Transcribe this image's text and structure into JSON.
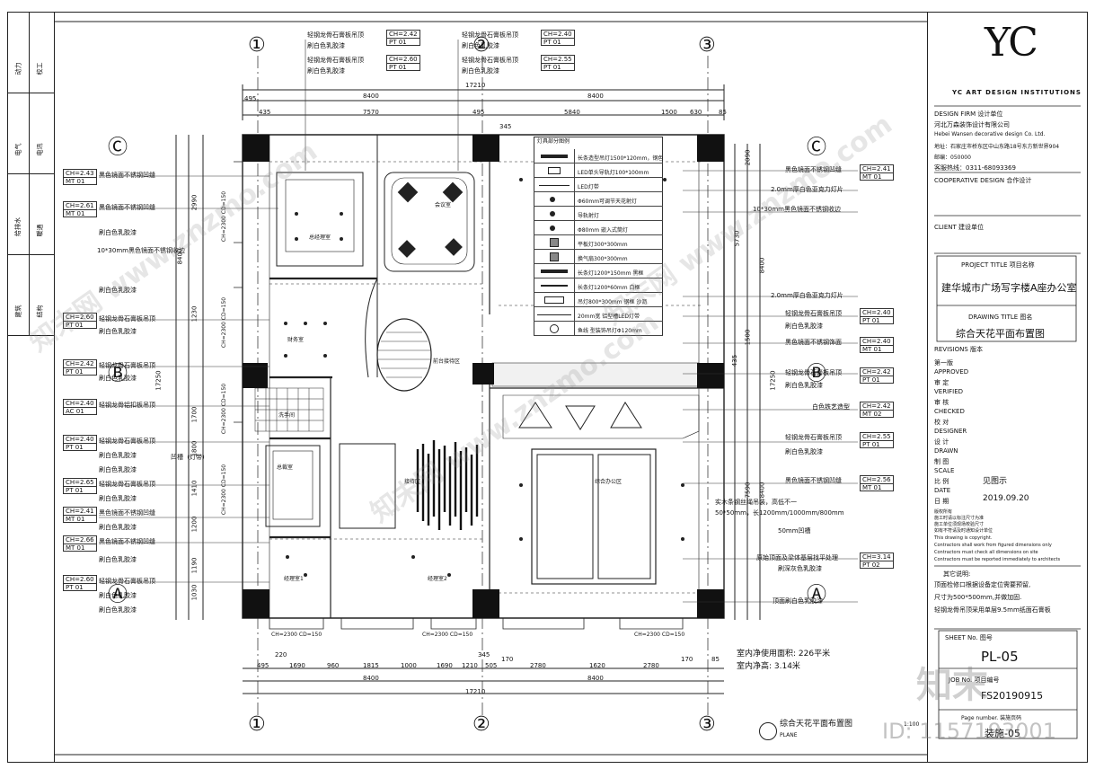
{
  "logo": {
    "mark": "YC",
    "tagline": "YC ART DESIGN INSTITUTIONS"
  },
  "left_strip": [
    "动力",
    "校工",
    "电气",
    "电讯",
    "给排水",
    "暖通",
    "建筑",
    "结构"
  ],
  "title_block": {
    "design_firm_label": "DESIGN FIRM  设计单位",
    "firm_cn": "河北万森装饰设计有限公司",
    "firm_en": "Hebei Wansen decorative design Co. Ltd.",
    "address": "地址：石家庄市桥东区中山东路18号东方新世界904",
    "postcode": "邮编：050000",
    "phone": "客服热线：0311-68093369",
    "cooperative_label": "COOPERATIVE DESIGN   合作设计",
    "client_label": "CLIENT   建设单位",
    "project_title_label": "PROJECT TITLE   项目名称",
    "project_name": "建华城市广场写字楼A座办公室",
    "drawing_title_label": "DRAWING TITLE   图名",
    "drawing_name": "综合天花平面布置图",
    "revisions_label": "REVISIONS  版本",
    "revision_value": "第一版",
    "approved": "APPROVED",
    "approved_cn": "审   定",
    "verified": "VERIFIED",
    "verified_cn": "审   核",
    "checked": "CHECKED",
    "checked_cn": "校   对",
    "designer": "DESIGNER",
    "designer_cn": "设   计",
    "drawn": "DRAWN",
    "drawn_cn": "制   图",
    "scale": "SCALE",
    "scale_cn": "比   例",
    "scale_value": "见图示",
    "date": "DATE",
    "date_cn": "日   期",
    "date_value": "2019.09.20",
    "notice": [
      "版权所有",
      "施工时请以标注尺寸为准",
      "施工单位须现场校验尺寸",
      "如有不符请及时通知设计单位",
      "This drawing is copyright.",
      "Contractors shall work from figured dimensions only",
      "Contractors must check all dimensions on site",
      "Contractors must be reported immediately to architects"
    ],
    "other_notes_title": "其它说明:",
    "other_notes": [
      "顶面检修口根据设备定位需要预留,",
      "尺寸为500*500mm,并做加固.",
      "轻钢龙骨吊顶采用单层9.5mm纸面石膏板"
    ],
    "sheet_no_label": "SHEET No.   图号",
    "sheet_no": "PL-05",
    "job_no_label": "JOB No.   项目编号",
    "job_no": "FS20190915",
    "page_number_label": "Page number. 装施页码",
    "page_number": "装施-05"
  },
  "plan": {
    "top_grid": [
      "①",
      "②",
      "③"
    ],
    "bottom_grid": [
      "①",
      "②",
      "③"
    ],
    "side_grid": [
      "Ⓒ",
      "Ⓑ",
      "Ⓐ"
    ],
    "top_dims": [
      "17210",
      "8400",
      "8400",
      "495",
      "495",
      "7570",
      "5840",
      "1500",
      "630",
      "85",
      "435",
      "345"
    ],
    "bottom_dims": [
      "220",
      "345",
      "495",
      "1690",
      "960",
      "1815",
      "1000",
      "1690",
      "1210",
      "505",
      "170",
      "2780",
      "1620",
      "2780",
      "170",
      "85",
      "8400",
      "8400",
      "17210"
    ],
    "right_dims": [
      "2090",
      "5730",
      "8400",
      "1500",
      "7590",
      "8400",
      "17250",
      "435"
    ],
    "left_dims": [
      "2990",
      "8400",
      "1230",
      "1700",
      "1800",
      "1410",
      "1200",
      "1190",
      "1030",
      "17250"
    ],
    "ch_tags": [
      "CH=2300 CD=150",
      "CH=2300 CD=150",
      "CH=2300 CD=150",
      "CH=2300 CD=150"
    ],
    "bottom_ch": [
      "CH=2300 CD=150",
      "CH=2300 CD=150",
      "CH=2300 CD=150"
    ],
    "rooms": [
      "总经理室",
      "会议室",
      "财务室",
      "前台接待区",
      "洗手间",
      "总裁室",
      "综合办公区",
      "经理室1",
      "经理室2",
      "接待区"
    ],
    "area_text": "室内净使用面积: 226平米",
    "height_text": "室内净高: 3.14米",
    "plan_title": "综合天花平面布置图",
    "plan_sub": "PLANE",
    "scale_mark": "1:100"
  },
  "top_annotations": [
    {
      "text": "轻钢龙骨石膏板吊顶",
      "ch": "CH=2.42",
      "code": "PT 01"
    },
    {
      "text": "刷白色乳胶漆"
    },
    {
      "text": "轻钢龙骨石膏板吊顶",
      "ch": "CH=2.60",
      "code": "PT 01"
    },
    {
      "text": "刷白色乳胶漆"
    },
    {
      "text": "轻钢龙骨石膏板吊顶",
      "ch": "CH=2.40",
      "code": "PT 01"
    },
    {
      "text": "刷白色乳胶漆"
    },
    {
      "text": "轻钢龙骨石膏板吊顶",
      "ch": "CH=2.55",
      "code": "PT 01"
    },
    {
      "text": "刷白色乳胶漆"
    }
  ],
  "left_annotations": [
    {
      "ch": "CH=2.43",
      "code": "MT 01",
      "text": "黑色镜面不锈钢凹缝"
    },
    {
      "ch": "CH=2.61",
      "code": "MT 01",
      "text": "黑色镜面不锈钢凹缝"
    },
    {
      "text": "刷白色乳胶漆"
    },
    {
      "text": "10*30mm黑色镜面不锈钢收边"
    },
    {
      "text": "刷白色乳胶漆"
    },
    {
      "ch": "CH=2.60",
      "code": "PT 01",
      "text": "轻钢龙骨石膏板吊顶"
    },
    {
      "text": "刷白色乳胶漆"
    },
    {
      "ch": "CH=2.42",
      "code": "PT 01",
      "text": "轻钢龙骨石膏板吊顶"
    },
    {
      "text": "刷白色乳胶漆"
    },
    {
      "ch": "CH=2.40",
      "code": "AC 01",
      "text": "轻钢龙骨铝扣板吊顶"
    },
    {
      "ch": "CH=2.40",
      "code": "PT 01",
      "text": "轻钢龙骨石膏板吊顶"
    },
    {
      "text": "刷白色乳胶漆"
    },
    {
      "text": "刷白色乳胶漆"
    },
    {
      "ch": "CH=2.65",
      "code": "PT 01",
      "text": "轻钢龙骨石膏板吊顶"
    },
    {
      "text": "刷白色乳胶漆"
    },
    {
      "ch": "CH=2.41",
      "code": "MT 01",
      "text": "黑色镜面不锈钢凹缝"
    },
    {
      "text": "刷白色乳胶漆"
    },
    {
      "ch": "CH=2.66",
      "code": "MT 01",
      "text": "黑色镜面不锈钢凹缝"
    },
    {
      "text": "刷白色乳胶漆"
    },
    {
      "ch": "CH=2.60",
      "code": "PT 01",
      "text": "轻钢龙骨石膏板吊顶"
    },
    {
      "text": "刷白色乳胶漆"
    },
    {
      "text": "刷白色乳胶漆"
    },
    {
      "text": "凹槽（灯带）"
    }
  ],
  "right_annotations": [
    {
      "text": "黑色镜面不锈钢凹缝",
      "ch": "CH=2.41",
      "code": "MT 01"
    },
    {
      "text": "2.0mm厚白色亚克力灯片"
    },
    {
      "text": "10*30mm黑色镜面不锈钢收边"
    },
    {
      "text": "2.0mm厚白色亚克力灯片"
    },
    {
      "text": "轻钢龙骨石膏板吊顶",
      "ch": "CH=2.40",
      "code": "PT 01"
    },
    {
      "text": "刷白色乳胶漆"
    },
    {
      "text": "黑色镜面不锈钢饰面",
      "ch": "CH=2.40",
      "code": "MT 01"
    },
    {
      "text": "轻钢龙骨石膏板吊顶",
      "ch": "CH=2.42",
      "code": "PT 01"
    },
    {
      "text": "刷白色乳胶漆"
    },
    {
      "text": "白色铁艺造型",
      "ch": "CH=2.42",
      "code": "MT 02"
    },
    {
      "text": "轻钢龙骨石膏板吊顶",
      "ch": "CH=2.55",
      "code": "PT 01"
    },
    {
      "text": "刷白色乳胶漆"
    },
    {
      "text": "黑色镜面不锈钢凹缝",
      "ch": "CH=2.56",
      "code": "MT 01"
    },
    {
      "text": "实木条钢丝绳吊装，高低不一"
    },
    {
      "text": "50*50mm，长1200mm/1000mm/800mm"
    },
    {
      "text": "50mm凹槽"
    },
    {
      "text": "原始顶面及梁体基层找平处理",
      "ch": "CH=3.14",
      "code": "PT 02"
    },
    {
      "text": "刷深灰色乳胶漆"
    },
    {
      "text": "顶面刷白色乳胶漆"
    }
  ],
  "legend": {
    "title": "灯具部分图例",
    "items": [
      "长条造型吊灯1500*120mm，钢色",
      "LED单头导轨灯100*100mm",
      "LED灯带",
      "Φ60mm可调节天花射灯",
      "导轨射灯",
      "Φ80mm 嵌入式筒灯",
      "平板灯300*300mm",
      "换气扇300*300mm",
      "长条灯1200*150mm 黑框",
      "长条灯1200*60mm 白框",
      "吊灯800*300mm 钢框 沙沥",
      "20mm宽 铝型槽LED灯带",
      "鱼线 型装饰吊灯Φ120mm"
    ]
  },
  "watermark": [
    "知末网 www.znzmo.com",
    "知末",
    "ID: 1157193001"
  ],
  "colors": {
    "line": "#222222",
    "column": "#111111",
    "hatch": "#333333",
    "paper": "#ffffff"
  }
}
